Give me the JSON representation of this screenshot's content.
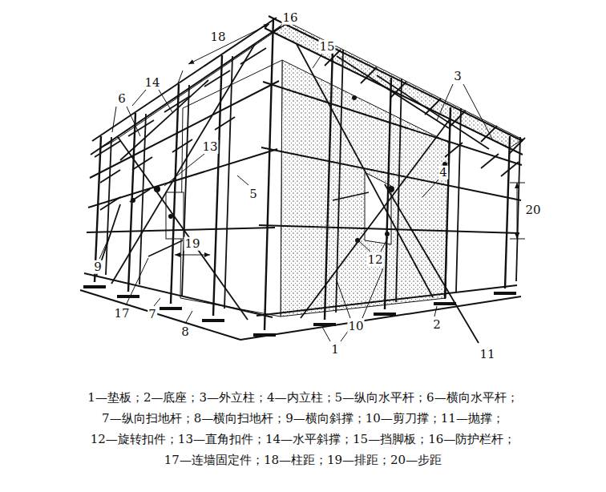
{
  "diagram": {
    "labels": [
      "16",
      "18",
      "15",
      "3",
      "14",
      "6",
      "13",
      "4",
      "5",
      "20",
      "19",
      "12",
      "9",
      "17",
      "7",
      "8",
      "10",
      "2",
      "1",
      "11",
      "1—垫板；2—底座；3—外立柱；4—内立柱；5—纵向水平杆；6—横向水平杆；",
      "7—纵向扫地杆；8—横向扫地杆；9—横向斜撑；10—剪刀撑；11—抛撑；",
      "12—旋转扣件；13—直角扣件；14—水平斜撑；15—挡脚板；16—防护栏杆；",
      "17—连墙固定件；18—柱距；19—排距；20—步距"
    ]
  }
}
